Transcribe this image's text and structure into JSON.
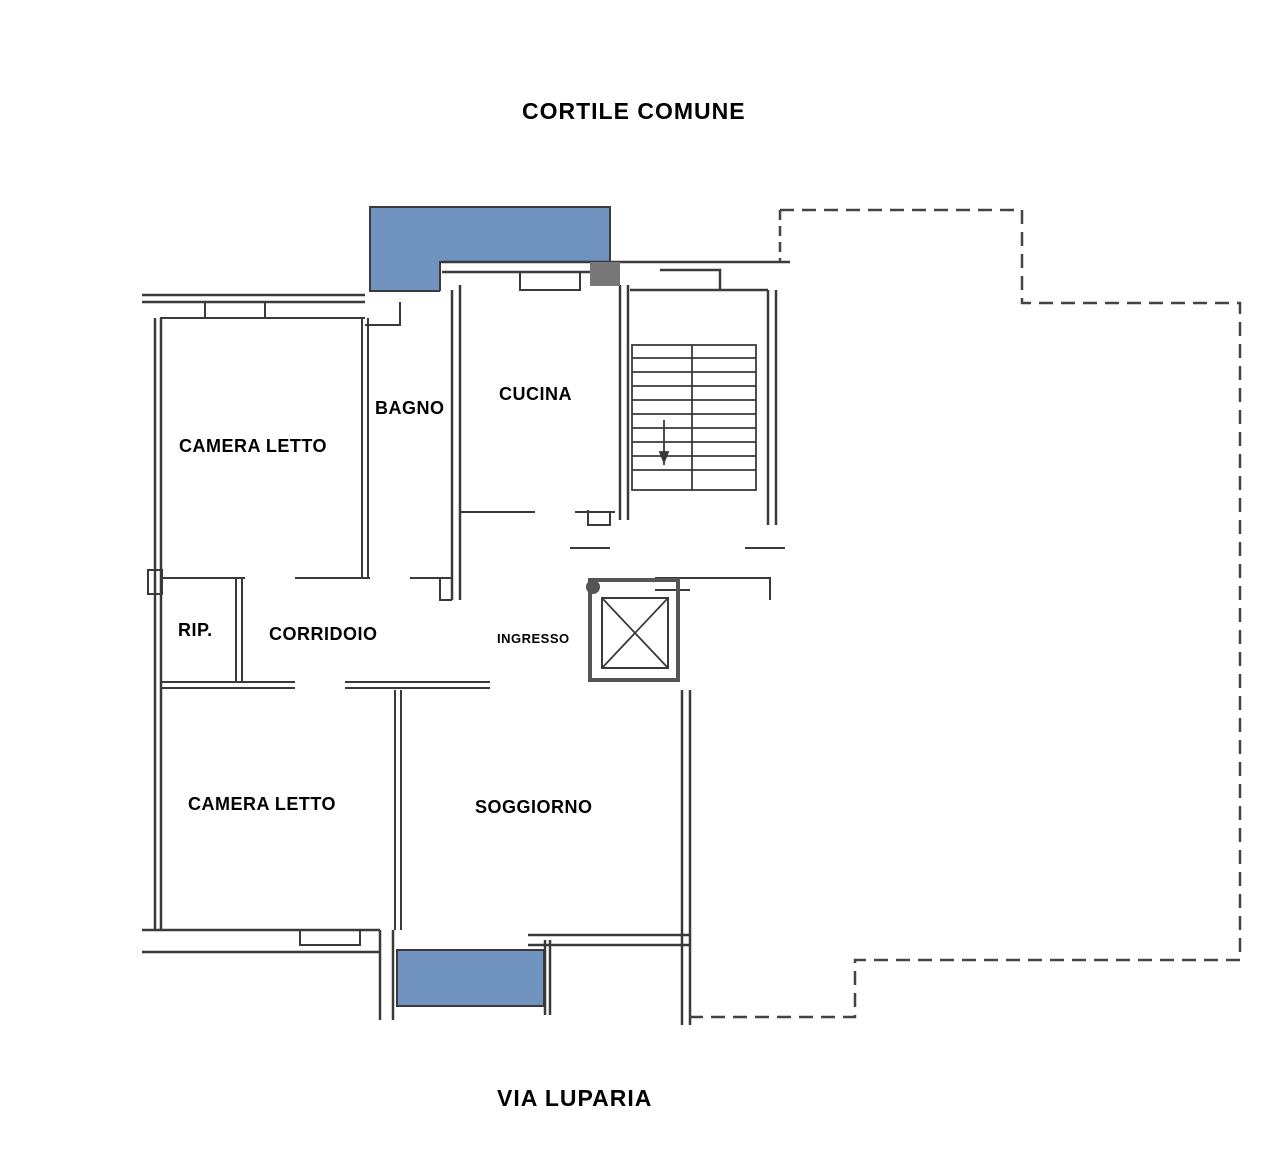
{
  "labels": {
    "north": "CORTILE COMUNE",
    "south": "VIA LUPARIA"
  },
  "rooms": {
    "camera_letto_1": "CAMERA LETTO",
    "bagno": "BAGNO",
    "cucina": "CUCINA",
    "ripostiglio": "RIP.",
    "corridoio": "CORRIDOIO",
    "ingresso": "INGRESSO",
    "camera_letto_2": "CAMERA LETTO",
    "soggiorno": "SOGGIORNO"
  },
  "colors": {
    "balcony": "#6f93be",
    "wall": "#3a3a3a",
    "wall_dark": "#555555",
    "dashed": "#444444",
    "background": "#ffffff"
  }
}
